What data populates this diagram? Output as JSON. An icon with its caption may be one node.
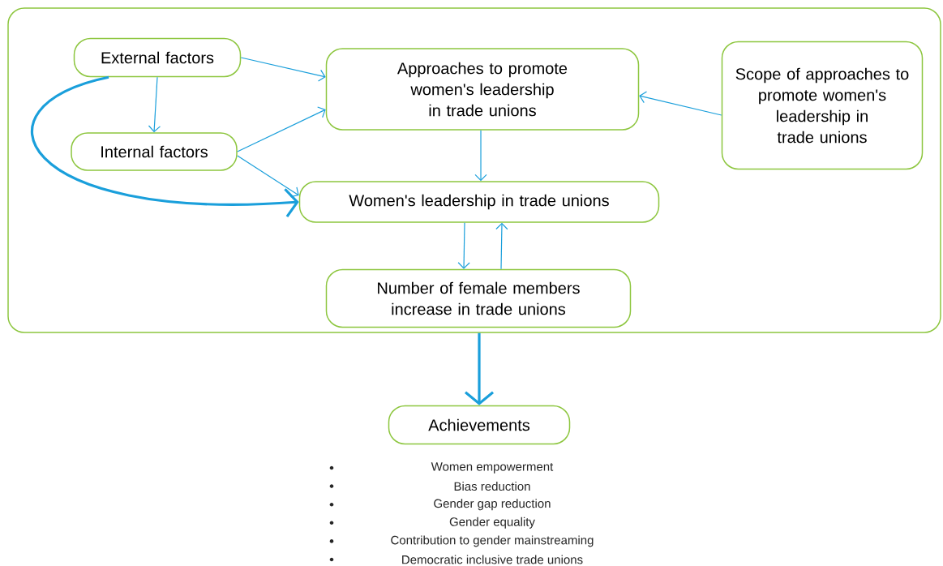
{
  "diagram": {
    "nodes": [
      {
        "text": [],
        "shape": "box"
      },
      {
        "text": [
          "External factors"
        ],
        "in": 0
      },
      {
        "text": [
          "Approaches to promote women's leadership in trade unions"
        ],
        "in": 0
      },
      {
        "text": [
          "Scope of approaches to promote women's leadership in trade unions"
        ],
        "in": 0
      },
      {
        "text": [
          "Internal factors"
        ],
        "in": 0
      },
      {
        "text": [
          "Women's leadership in trade unions"
        ],
        "in": 0
      },
      {
        "text": [
          "Number of female members increase in trade unions"
        ],
        "in": 0
      },
      {
        "text": [
          "Achievements"
        ]
      }
    ],
    "edges": [
      {
        "from": 1,
        "to": 2,
        "arrow": "to"
      },
      {
        "from": 1,
        "to": 4,
        "arrow": "to"
      },
      {
        "from": 1,
        "to": 5,
        "arrow": "to",
        "style": "thick"
      },
      {
        "from": 4,
        "to": 2,
        "arrow": "to"
      },
      {
        "from": 4,
        "to": 5,
        "arrow": "to"
      },
      {
        "from": 3,
        "to": 2,
        "arrow": "to"
      },
      {
        "from": 2,
        "to": 5,
        "arrow": "to"
      },
      {
        "from": 5,
        "to": 6,
        "arrow": "to"
      },
      {
        "from": 6,
        "to": 5,
        "arrow": "to"
      },
      {
        "from": 0,
        "to": 7,
        "arrow": "to",
        "style": "thick"
      }
    ],
    "labels": [
      "Women empowerment",
      "Bias reduction",
      "Gender gap reduction",
      "Gender equality",
      "Contribution to gender mainstreaming",
      "Democratic inclusive trade unions"
    ]
  }
}
